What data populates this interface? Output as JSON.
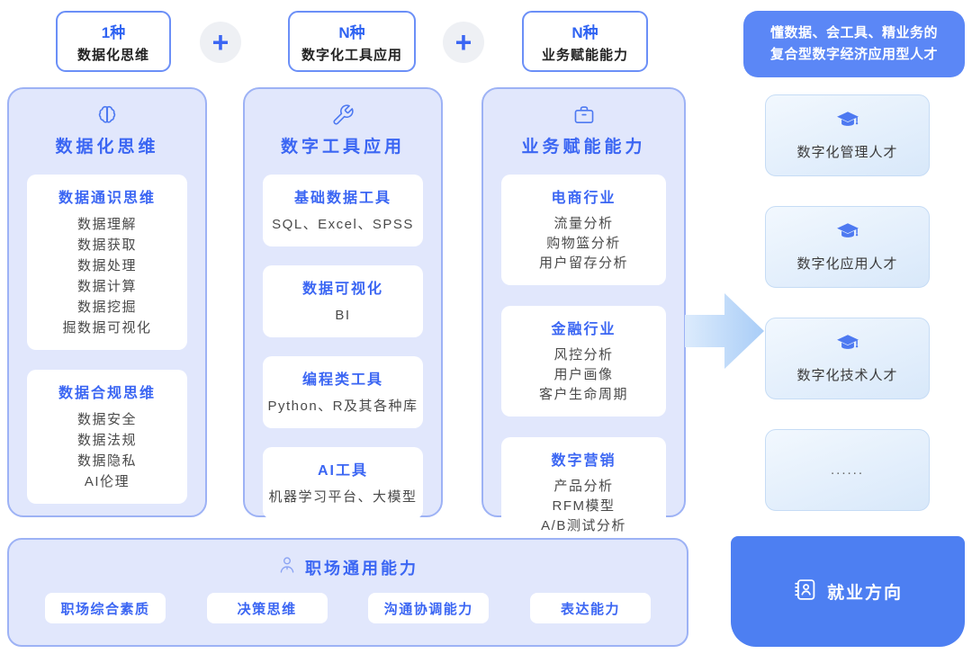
{
  "formula": {
    "plus_symbol": "+",
    "items": [
      {
        "count": "1种",
        "label": "数据化思维"
      },
      {
        "count": "N种",
        "label": "数字化工具应用"
      },
      {
        "count": "N种",
        "label": "业务赋能能力"
      }
    ],
    "result_badge": {
      "line1": "懂数据、会工具、精业务的",
      "line2": "复合型数字经济应用型人才"
    }
  },
  "columns": [
    {
      "icon": "brain-icon",
      "title": "数据化思维",
      "cards": [
        {
          "title": "数据通识思维",
          "items": [
            "数据理解",
            "数据获取",
            "数据处理",
            "数据计算",
            "数据挖掘",
            "掘数据可视化"
          ]
        },
        {
          "title": "数据合规思维",
          "items": [
            "数据安全",
            "数据法规",
            "数据隐私",
            "AI伦理"
          ]
        }
      ]
    },
    {
      "icon": "wrench-icon",
      "title": "数字工具应用",
      "cards": [
        {
          "title": "基础数据工具",
          "items": [
            "SQL、Excel、SPSS"
          ]
        },
        {
          "title": "数据可视化",
          "items": [
            "BI"
          ]
        },
        {
          "title": "编程类工具",
          "items": [
            "Python、R及其各种库"
          ]
        },
        {
          "title": "AI工具",
          "items": [
            "机器学习平台、大模型"
          ]
        }
      ]
    },
    {
      "icon": "briefcase-icon",
      "title": "业务赋能能力",
      "cards": [
        {
          "title": "电商行业",
          "items": [
            "流量分析",
            "购物篮分析",
            "用户留存分析"
          ]
        },
        {
          "title": "金融行业",
          "items": [
            "风控分析",
            "用户画像",
            "客户生命周期"
          ]
        },
        {
          "title": "数字营销",
          "items": [
            "产品分析",
            "RFM模型",
            "A/B测试分析"
          ]
        }
      ]
    }
  ],
  "talents": {
    "icon": "graduation-cap-icon",
    "items": [
      {
        "label": "数字化管理人才"
      },
      {
        "label": "数字化应用人才"
      },
      {
        "label": "数字化技术人才"
      },
      {
        "label": "......"
      }
    ]
  },
  "general_skills": {
    "icon": "person-icon",
    "title": "职场通用能力",
    "pills": [
      "职场综合素质",
      "决策思维",
      "沟通协调能力",
      "表达能力"
    ]
  },
  "employment": {
    "icon": "contact-book-icon",
    "label": "就业方向"
  },
  "colors": {
    "accent_blue": "#3b66f3",
    "panel_bg": "#e1e7fc",
    "panel_border": "#9db2f5",
    "badge_bg": "#5b87f6",
    "employment_bg": "#4d7ff2",
    "talent_box_border": "#c6dcf5",
    "body_text": "#4a4a4a"
  }
}
